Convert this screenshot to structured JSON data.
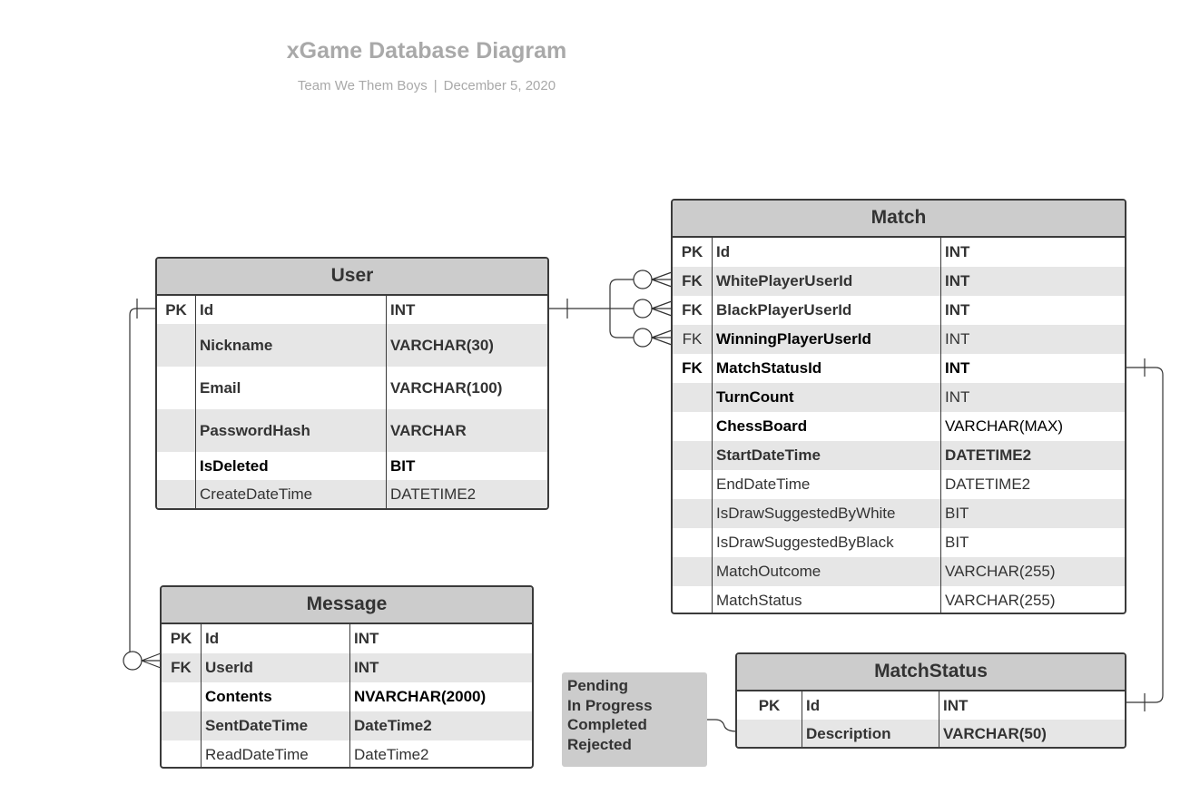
{
  "title": "xGame Database Diagram",
  "subtitle": {
    "team": "Team We Them Boys",
    "separator": "|",
    "date": "December 5, 2020"
  },
  "colors": {
    "header_fill": "#cccccc",
    "alt_row_fill": "#e6e6e6",
    "border": "#3a3a3a",
    "title_text": "#a9a9a9",
    "note_fill": "#cccccc"
  },
  "entities": {
    "user": {
      "name": "User",
      "columns": [
        {
          "key": "PK",
          "name": "Id",
          "type": "INT"
        },
        {
          "key": "",
          "name": "Nickname",
          "type": "VARCHAR(30)"
        },
        {
          "key": "",
          "name": "Email",
          "type": "VARCHAR(100)"
        },
        {
          "key": "",
          "name": "PasswordHash",
          "type": "VARCHAR"
        },
        {
          "key": "",
          "name": "IsDeleted",
          "type": "BIT"
        },
        {
          "key": "",
          "name": "CreateDateTime",
          "type": "DATETIME2"
        }
      ]
    },
    "match": {
      "name": "Match",
      "columns": [
        {
          "key": "PK",
          "name": "Id",
          "type": "INT"
        },
        {
          "key": "FK",
          "name": "WhitePlayerUserId",
          "type": "INT"
        },
        {
          "key": "FK",
          "name": "BlackPlayerUserId",
          "type": "INT"
        },
        {
          "key": "FK",
          "name": "WinningPlayerUserId",
          "type": "INT"
        },
        {
          "key": "FK",
          "name": "MatchStatusId",
          "type": "INT"
        },
        {
          "key": "",
          "name": "TurnCount",
          "type": "INT"
        },
        {
          "key": "",
          "name": "ChessBoard",
          "type": "VARCHAR(MAX)"
        },
        {
          "key": "",
          "name": "StartDateTime",
          "type": "DATETIME2"
        },
        {
          "key": "",
          "name": "EndDateTime",
          "type": "DATETIME2"
        },
        {
          "key": "",
          "name": "IsDrawSuggestedByWhite",
          "type": "BIT"
        },
        {
          "key": "",
          "name": "IsDrawSuggestedByBlack",
          "type": "BIT"
        },
        {
          "key": "",
          "name": "MatchOutcome",
          "type": "VARCHAR(255)"
        },
        {
          "key": "",
          "name": "MatchStatus",
          "type": "VARCHAR(255)"
        }
      ]
    },
    "message": {
      "name": "Message",
      "columns": [
        {
          "key": "PK",
          "name": "Id",
          "type": "INT"
        },
        {
          "key": "FK",
          "name": "UserId",
          "type": "INT"
        },
        {
          "key": "",
          "name": "Contents",
          "type": "NVARCHAR(2000)"
        },
        {
          "key": "",
          "name": "SentDateTime",
          "type": "DateTime2"
        },
        {
          "key": "",
          "name": "ReadDateTime",
          "type": "DateTime2"
        }
      ]
    },
    "match_status": {
      "name": "MatchStatus",
      "columns": [
        {
          "key": "PK",
          "name": "Id",
          "type": "INT"
        },
        {
          "key": "",
          "name": "Description",
          "type": "VARCHAR(50)"
        }
      ]
    }
  },
  "status_note": {
    "lines": [
      "Pending",
      "In Progress",
      "Completed",
      "Rejected"
    ]
  },
  "relationships": [
    {
      "from": "User.Id",
      "to": "Match.WhitePlayerUserId",
      "cardinality": "one-to-zero-or-many"
    },
    {
      "from": "User.Id",
      "to": "Match.BlackPlayerUserId",
      "cardinality": "one-to-zero-or-many"
    },
    {
      "from": "User.Id",
      "to": "Match.WinningPlayerUserId",
      "cardinality": "one-to-zero-or-many"
    },
    {
      "from": "User.Id",
      "to": "Message.UserId",
      "cardinality": "one-to-zero-or-many"
    },
    {
      "from": "MatchStatus.Id",
      "to": "Match.MatchStatusId",
      "cardinality": "one-to-one"
    }
  ]
}
